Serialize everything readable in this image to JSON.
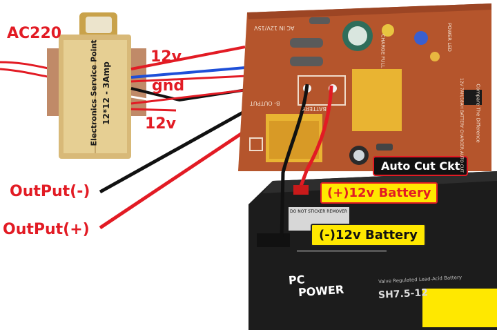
{
  "labels": {
    "ac": "AC220",
    "v12_top": "12v",
    "gnd": "gnd",
    "v12_bottom": "12v",
    "out_neg": "OutPut(-)",
    "out_pos": "OutPut(+)",
    "battery_pos": "(+)12v Battery",
    "battery_neg": "(-)12v Battery",
    "auto_cut": "Auto Cut Ckt"
  },
  "transformer": {
    "brand": "Electronics Service Point",
    "rating": "12*12 - 3Amp"
  },
  "pcb_text": {
    "ac_in": "AC IN 12V/15V",
    "output": "B- OUTPUT",
    "battery": "BATTERY",
    "charge_full": "CHARGE FULL",
    "power_led": "POWER LED",
    "auto_cut": "12V 7AH/18AH BATTERY CHARGER AUTO CUT",
    "compare": "Compare The Difference"
  },
  "battery_text": {
    "brand_line1": "PC",
    "brand_line2": "POWER",
    "model": "SH7.5-12",
    "desc": "Valve Regulated Lead-Acid Battery",
    "sticker": "DO NOT STICKER REMOVER"
  },
  "colors": {
    "wire_red": "#e21b24",
    "wire_black": "#111111",
    "highlight": "#ffe800",
    "pcb": "#b5552c",
    "battery": "#1c1c1c"
  }
}
